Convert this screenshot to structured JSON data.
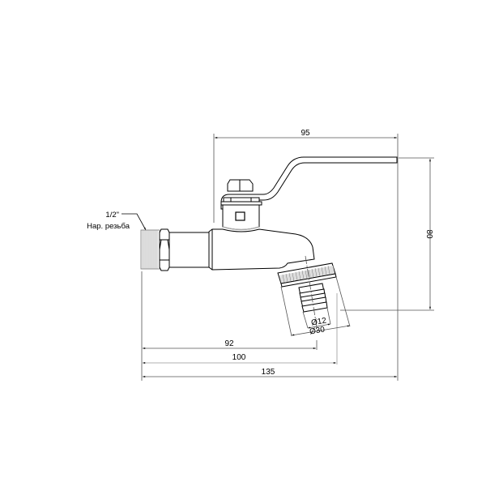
{
  "drawing": {
    "subject": "ball valve tap with hose connector",
    "thread_label": {
      "size": "1/2\"",
      "type": "Нар. резьба"
    },
    "dimensions": {
      "lever_length": "95",
      "height": "80",
      "to_hose_axis": "92",
      "to_nut_edge": "100",
      "overall_length": "135",
      "hose_diameter": "Ø12",
      "nut_diameter": "Ø30"
    },
    "colors": {
      "outline": "#000000",
      "dimension_line": "#555555",
      "background": "#ffffff"
    }
  }
}
